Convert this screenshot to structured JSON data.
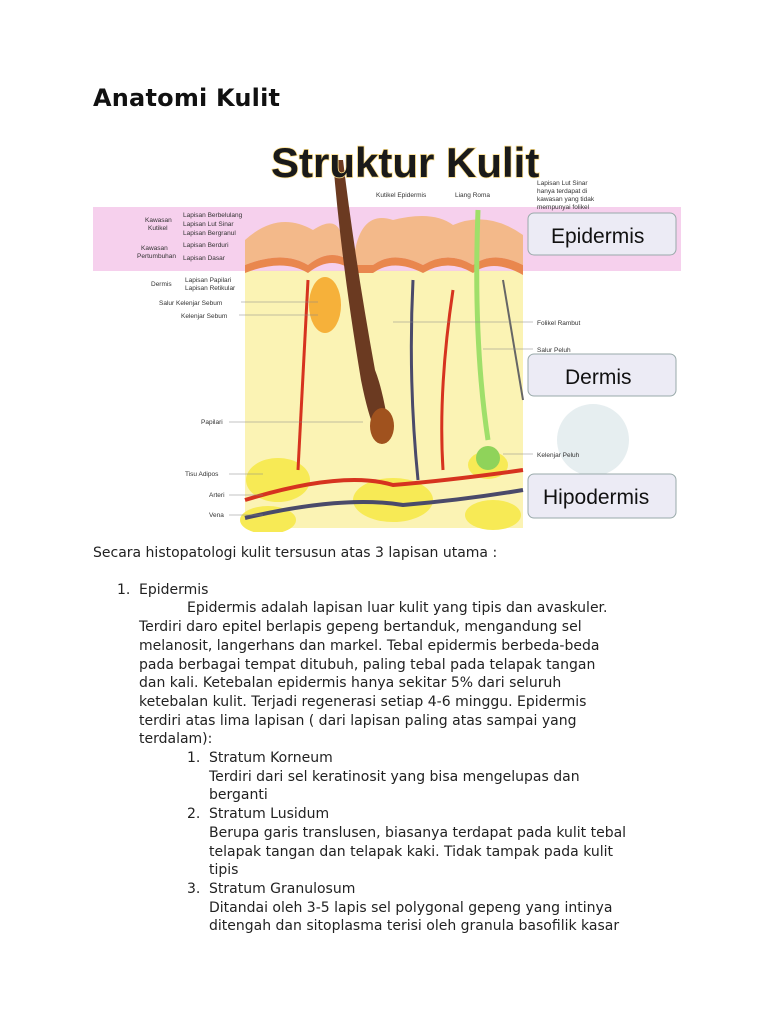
{
  "title": "Anatomi Kulit",
  "figure": {
    "heading": "Struktur Kulit",
    "top_labels": [
      "Kutikel Epidermis",
      "Liang Roma"
    ],
    "note_lines": [
      "Lapisan Lut Sinar",
      "hanya terdapat di",
      "kawasan yang tidak",
      "mempunyai folikel"
    ],
    "left_labels": {
      "kawasan_kutikel": [
        "Kawasan",
        "Kutikel"
      ],
      "kawasan_pertumbuhan": [
        "Kawasan",
        "Pertumbuhan"
      ],
      "epi_layers": [
        "Lapisan Berbelulang",
        "Lapisan Lut Sinar",
        "Lapisan Bergranul",
        "Lapisan Berduri",
        "Lapisan Dasar"
      ],
      "dermis": "Dermis",
      "dermis_layers": [
        "Lapisan Papilari",
        "Lapisan Retikular"
      ],
      "others": [
        "Salur Kelenjar Sebum",
        "Kelenjar Sebum",
        "Papilari",
        "Tisu Adipos",
        "Arteri",
        "Vena"
      ]
    },
    "right_labels": [
      "Folikel Rambut",
      "Salur Peluh",
      "Kelenjar Peluh"
    ],
    "boxes": [
      "Epidermis",
      "Dermis",
      "Hipodermis"
    ]
  },
  "intro": "Secara histopatologi kulit tersusun atas 3 lapisan utama :",
  "item1": {
    "number": "1.",
    "name": "Epidermis",
    "lines": [
      "Epidermis adalah lapisan luar kulit yang tipis dan avaskuler.",
      "Terdiri daro epitel berlapis gepeng bertanduk, mengandung sel",
      "melanosit, langerhans dan markel. Tebal epidermis berbeda-beda",
      "pada berbagai tempat ditubuh, paling tebal pada telapak tangan",
      "dan kali. Ketebalan epidermis hanya sekitar 5% dari seluruh",
      "ketebalan kulit. Terjadi regenerasi setiap 4-6 minggu. Epidermis",
      "terdiri atas lima lapisan ( dari lapisan paling atas sampai yang",
      "terdalam):"
    ]
  },
  "sublayers": [
    {
      "number": "1.",
      "name": "Stratum Korneum",
      "lines": [
        "Terdiri dari sel keratinosit yang bisa mengelupas dan",
        "berganti"
      ]
    },
    {
      "number": "2.",
      "name": "Stratum Lusidum",
      "lines": [
        "Berupa garis translusen, biasanya terdapat pada kulit tebal",
        "telapak tangan dan telapak kaki. Tidak tampak pada kulit",
        "tipis"
      ]
    },
    {
      "number": "3.",
      "name": "Stratum Granulosum",
      "lines": [
        "Ditandai oleh 3-5 lapis sel polygonal gepeng yang intinya",
        "ditengah dan sitoplasma terisi oleh granula basofilik kasar"
      ]
    }
  ]
}
